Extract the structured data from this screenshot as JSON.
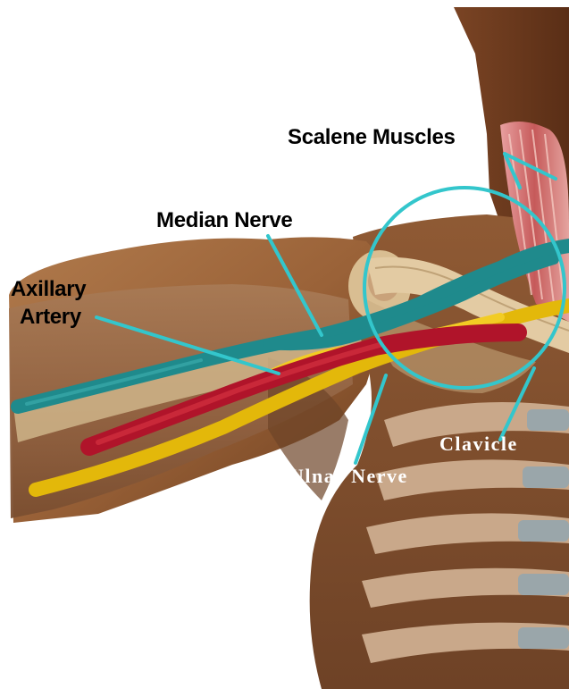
{
  "labels": {
    "scalene_muscles": "Scalene Muscles",
    "median_nerve": "Median Nerve",
    "axillary_artery_line1": "Axillary",
    "axillary_artery_line2": "Artery",
    "clavicle": "Clavicle",
    "ulnar_nerve": "Ulnar Nerve"
  },
  "colors": {
    "leader_line": "#33c6cc",
    "nerve_teal": "#1f8a8c",
    "artery_red": "#b0142a",
    "nerve_yellow": "#e3b80a",
    "skin": "#a0673a",
    "bone": "#ddc59b"
  }
}
